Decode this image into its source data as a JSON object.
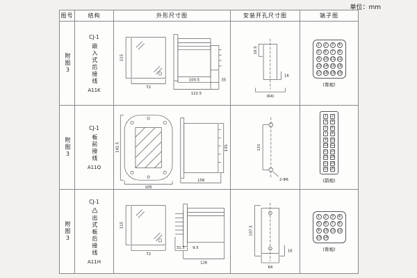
{
  "unit_label": "单位：mm",
  "headers": {
    "fig": "图号",
    "structure": "结构",
    "outline": "外形尺寸图",
    "mounting": "安装开孔尺寸图",
    "terminal": "端子图"
  },
  "rows": [
    {
      "fig_no": "附图3",
      "model": "CJ-1",
      "structure": "嵌入式后接线",
      "code": "A11K",
      "dims": {
        "front_h": "115",
        "front_w": "72",
        "body_d": "100.5",
        "total_d": "122.5",
        "rear_d": "35"
      },
      "mount": {
        "a": "10.5",
        "b": "16",
        "c": "(64)"
      },
      "terminals": [
        1,
        2,
        3,
        4,
        5,
        6,
        7,
        8,
        9,
        10,
        11,
        12,
        13,
        14,
        15,
        16,
        17,
        18,
        19,
        20
      ],
      "view_label": "(背视)"
    },
    {
      "fig_no": "附图3",
      "model": "CJ-1",
      "structure": "板前接线",
      "code": "A11Q",
      "dims": {
        "front_h": "141.5",
        "front_w": "105",
        "total_d": "156",
        "body_h": "135"
      },
      "mount": {
        "a": "131",
        "b": "2-Φ6"
      },
      "terminals": [
        1,
        2,
        3,
        4,
        5,
        6,
        7,
        8,
        9,
        10,
        11,
        12,
        13,
        14,
        15,
        16,
        17,
        18,
        19,
        20
      ],
      "view_label": "(前视)"
    },
    {
      "fig_no": "附图3",
      "model": "CJ-1",
      "structure": "凸出式板后接线",
      "code": "A11H",
      "dims": {
        "front_h": "115",
        "front_w": "72",
        "pin_d": "31.5",
        "gap": "9.5",
        "body_d": "126"
      },
      "mount": {
        "a": "107.5",
        "b": "16",
        "c": "64"
      },
      "terminals": [
        1,
        2,
        3,
        4,
        5,
        6,
        7,
        8,
        9,
        10,
        11,
        12,
        13,
        14
      ],
      "view_label": "(背视)"
    }
  ]
}
